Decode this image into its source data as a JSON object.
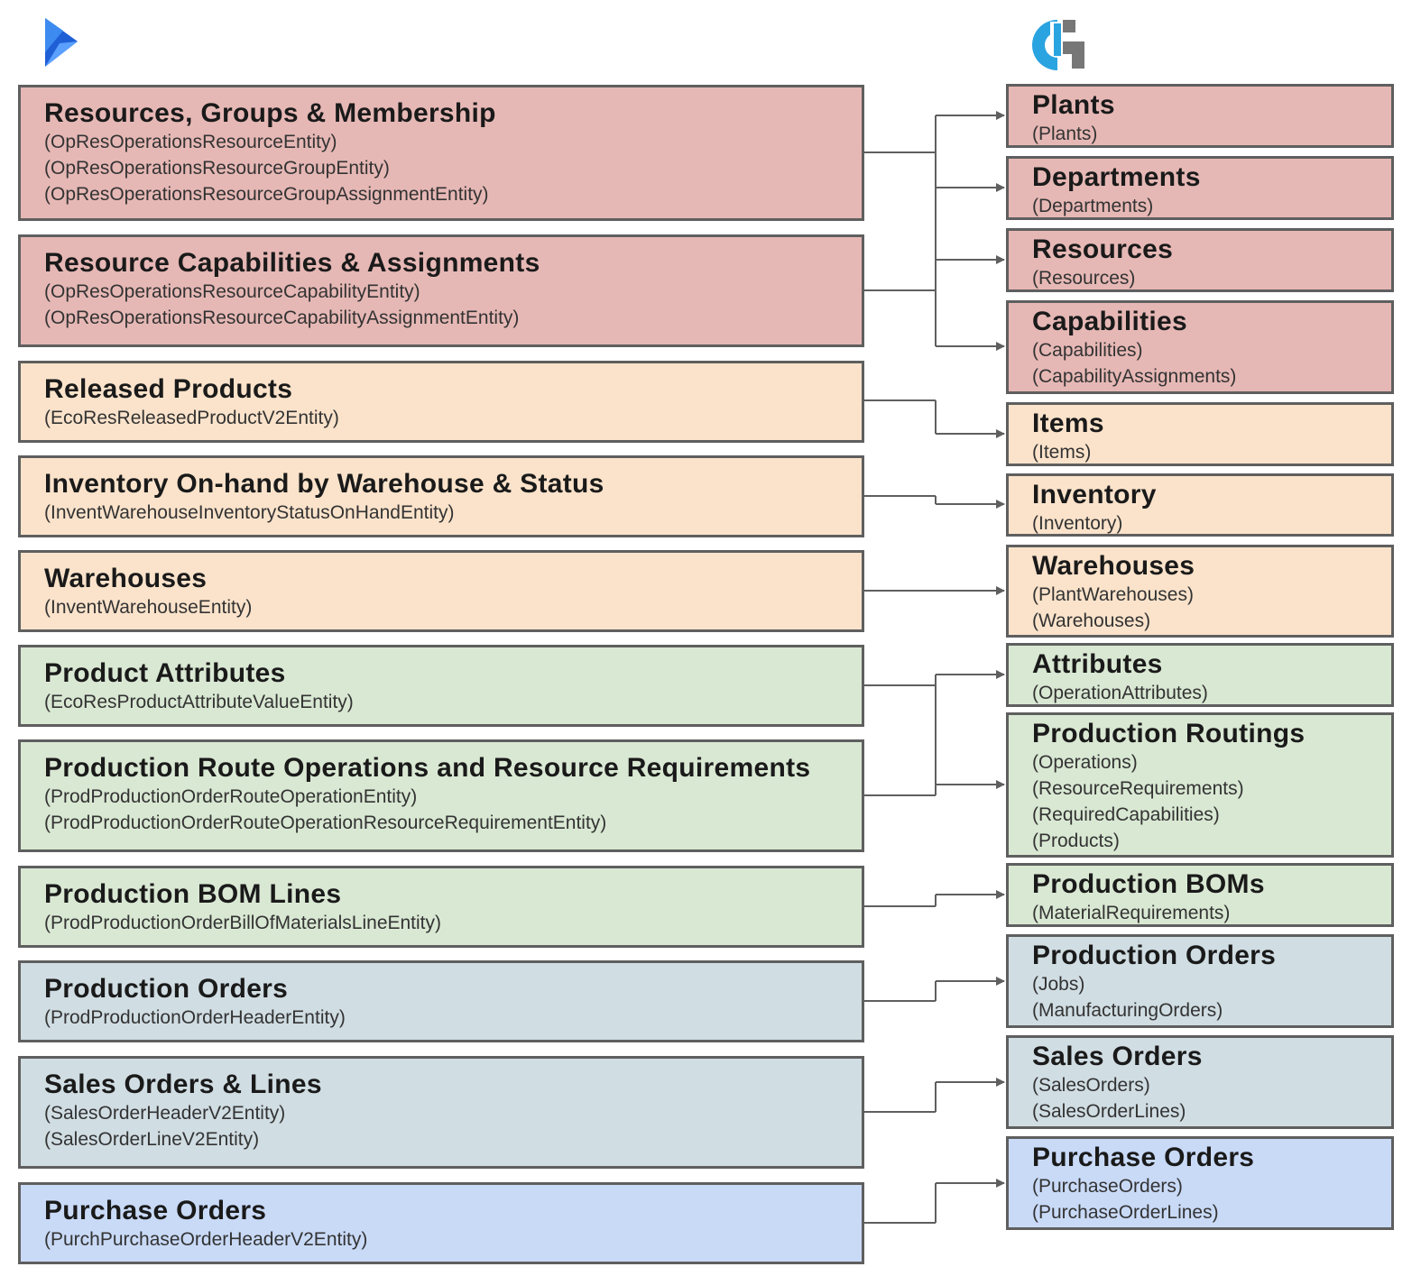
{
  "colors": {
    "red": "#e6b8b5",
    "peach": "#fbe3cb",
    "green": "#d9e8d3",
    "slate": "#d0dde3",
    "blue": "#c9daf7",
    "border": "#5f5f5f",
    "connector": "#5f5f5f"
  },
  "logos": {
    "left": {
      "icon": "dynamics-arrow-logo-icon",
      "color": "#2f6ee8"
    },
    "right": {
      "icon": "circular-brand-logo-icon",
      "colors": [
        "#2aa4e0",
        "#777777"
      ]
    }
  },
  "left_entities": [
    {
      "title": "Resources, Groups & Membership",
      "color": "red",
      "entities": [
        "(OpResOperationsResourceEntity)",
        "(OpResOperationsResourceGroupEntity)",
        "(OpResOperationsResourceGroupAssignmentEntity)"
      ]
    },
    {
      "title": "Resource Capabilities & Assignments",
      "color": "red",
      "entities": [
        "(OpResOperationsResourceCapabilityEntity)",
        "(OpResOperationsResourceCapabilityAssignmentEntity)"
      ]
    },
    {
      "title": "Released Products",
      "color": "peach",
      "entities": [
        "(EcoResReleasedProductV2Entity)"
      ]
    },
    {
      "title": "Inventory On-hand by Warehouse & Status",
      "color": "peach",
      "entities": [
        "(InventWarehouseInventoryStatusOnHandEntity)"
      ]
    },
    {
      "title": "Warehouses",
      "color": "peach",
      "entities": [
        "(InventWarehouseEntity)"
      ]
    },
    {
      "title": "Product Attributes",
      "color": "green",
      "entities": [
        "(EcoResProductAttributeValueEntity)"
      ]
    },
    {
      "title": "Production Route Operations and Resource Requirements",
      "color": "green",
      "entities": [
        "(ProdProductionOrderRouteOperationEntity)",
        "(ProdProductionOrderRouteOperationResourceRequirementEntity)"
      ]
    },
    {
      "title": "Production BOM Lines",
      "color": "green",
      "entities": [
        "(ProdProductionOrderBillOfMaterialsLineEntity)"
      ]
    },
    {
      "title": "Production Orders",
      "color": "slate",
      "entities": [
        "(ProdProductionOrderHeaderEntity)"
      ]
    },
    {
      "title": "Sales Orders & Lines",
      "color": "slate",
      "entities": [
        "(SalesOrderHeaderV2Entity)",
        "(SalesOrderLineV2Entity)"
      ]
    },
    {
      "title": "Purchase Orders",
      "color": "blue",
      "entities": [
        "(PurchPurchaseOrderHeaderV2Entity)"
      ]
    }
  ],
  "right_entities": [
    {
      "title": "Plants",
      "color": "red",
      "entities": [
        "(Plants)"
      ]
    },
    {
      "title": "Departments",
      "color": "red",
      "entities": [
        "(Departments)"
      ]
    },
    {
      "title": "Resources",
      "color": "red",
      "entities": [
        "(Resources)"
      ]
    },
    {
      "title": "Capabilities",
      "color": "red",
      "entities": [
        "(Capabilities)",
        "(CapabilityAssignments)"
      ]
    },
    {
      "title": "Items",
      "color": "peach",
      "entities": [
        "(Items)"
      ]
    },
    {
      "title": "Inventory",
      "color": "peach",
      "entities": [
        "(Inventory)"
      ]
    },
    {
      "title": "Warehouses",
      "color": "peach",
      "entities": [
        "(PlantWarehouses)",
        "(Warehouses)"
      ]
    },
    {
      "title": "Attributes",
      "color": "green",
      "entities": [
        "(OperationAttributes)"
      ]
    },
    {
      "title": "Production Routings",
      "color": "green",
      "entities": [
        "(Operations)",
        "(ResourceRequirements)",
        "(RequiredCapabilities)",
        "(Products)"
      ]
    },
    {
      "title": "Production BOMs",
      "color": "green",
      "entities": [
        "(MaterialRequirements)"
      ]
    },
    {
      "title": "Production Orders",
      "color": "slate",
      "entities": [
        "(Jobs)",
        "(ManufacturingOrders)"
      ]
    },
    {
      "title": "Sales Orders",
      "color": "slate",
      "entities": [
        "(SalesOrders)",
        "(SalesOrderLines)"
      ]
    },
    {
      "title": "Purchase Orders",
      "color": "blue",
      "entities": [
        "(PurchaseOrders)",
        "(PurchaseOrderLines)"
      ]
    }
  ],
  "mappings": [
    {
      "from": [
        0,
        1
      ],
      "to": [
        0,
        1,
        2,
        3
      ]
    },
    {
      "from": [
        2
      ],
      "to": [
        4
      ]
    },
    {
      "from": [
        3
      ],
      "to": [
        5
      ]
    },
    {
      "from": [
        4
      ],
      "to": [
        6
      ]
    },
    {
      "from": [
        5,
        6
      ],
      "to": [
        7,
        8
      ]
    },
    {
      "from": [
        7
      ],
      "to": [
        9
      ]
    },
    {
      "from": [
        8
      ],
      "to": [
        10
      ]
    },
    {
      "from": [
        9
      ],
      "to": [
        11
      ]
    },
    {
      "from": [
        10
      ],
      "to": [
        12
      ]
    }
  ]
}
